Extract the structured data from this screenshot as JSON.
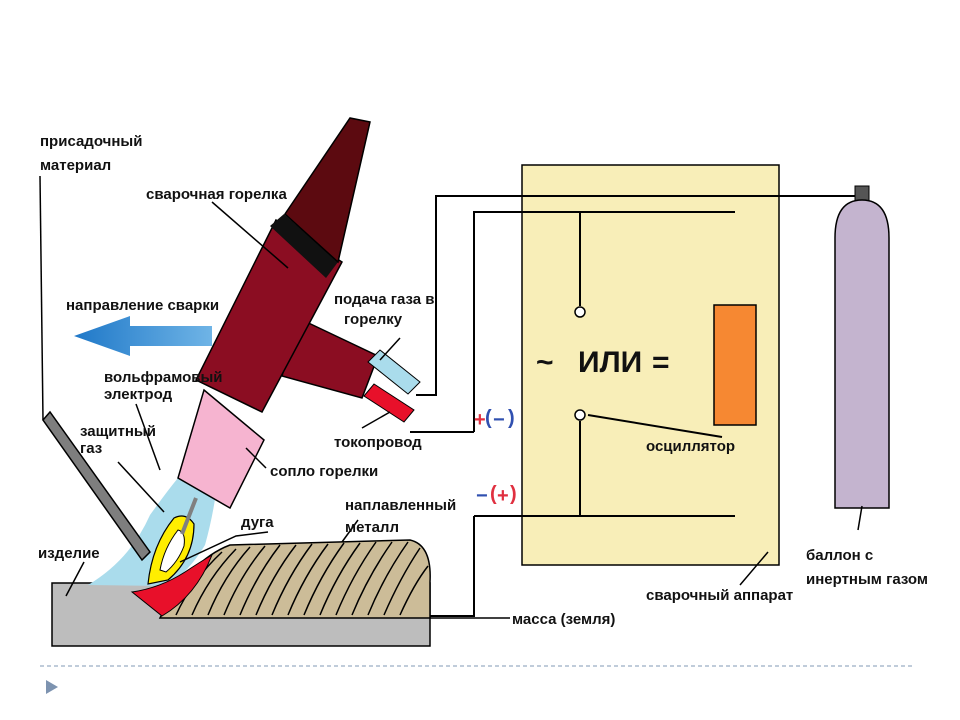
{
  "labels": {
    "filler_1": "присадочный",
    "filler_2": "материал",
    "torch": "сварочная горелка",
    "direction": "направление сварки",
    "tungsten_1": "вольфрамовый",
    "tungsten_2": "электрод",
    "shield_1": "защитный",
    "shield_2": "газ",
    "workpiece": "изделие",
    "arc": "дуга",
    "deposit_1": "наплавленный",
    "deposit_2": "металл",
    "gas_feed_1": "подача газа в",
    "gas_feed_2": "горелку",
    "conductor": "токопровод",
    "nozzle": "сопло горелки",
    "ground": "масса (земля)",
    "machine": "сварочный аппарат",
    "oscillator": "осциллятор",
    "cylinder_1": "баллон с",
    "cylinder_2": "инертным газом"
  },
  "machine_symbols": {
    "ac": "~",
    "or": "ИЛИ",
    "dc": "="
  },
  "polarity": {
    "upper_plus": "+",
    "upper_paren_open": "(",
    "upper_minus": "−",
    "upper_paren_close": ")",
    "lower_minus": "−",
    "lower_paren_open": "(",
    "lower_plus": "+",
    "lower_paren_close": ")"
  },
  "colors": {
    "torch_body": "#8b0d22",
    "torch_handle": "#5c0a10",
    "nozzle": "#f6b4d0",
    "machine": "#f8eeb8",
    "oscillator": "#f68832",
    "cylinder": "#c4b4cf",
    "shield_gas": "#aadcec",
    "weld_bead": "#ccbc98",
    "workpiece": "#bdbdbd",
    "arc_outer": "#ffee00",
    "melt_pool": "#e8102a",
    "direction_arrow": "#2f86cf",
    "plus_sign": "#e03040",
    "minus_sign": "#3050b0"
  }
}
